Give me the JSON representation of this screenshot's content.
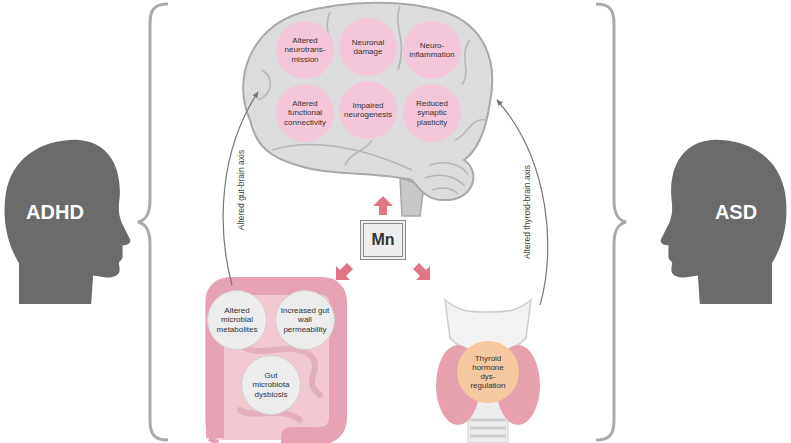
{
  "diagram": {
    "nodes": [
      {
        "text": [
          "ADHD"
        ]
      },
      {
        "text": [
          "Altered neurotrans- mission"
        ]
      },
      {
        "text": [
          "Neuronal damage"
        ]
      },
      {
        "text": [
          "Neuro- inflammation"
        ]
      },
      {
        "text": [
          "Altered functional connectivity"
        ]
      },
      {
        "text": [
          "Impaired neurogenesis"
        ]
      },
      {
        "text": [
          "Reduced synaptic plasticity"
        ]
      },
      {
        "text": [
          "Mn"
        ]
      },
      {
        "text": [
          "Altered microbial metabolites"
        ]
      },
      {
        "text": [
          "Increased gut wall permeability"
        ]
      },
      {
        "text": [
          "Gut microbiota dysbiosis"
        ]
      },
      {
        "text": [
          "Thyroid hormone dys- regulation"
        ]
      },
      {
        "text": [
          "ASD"
        ]
      }
    ],
    "labels": [
      "Altered gut-brain axis",
      "Altered thyroid-brain axis"
    ]
  }
}
